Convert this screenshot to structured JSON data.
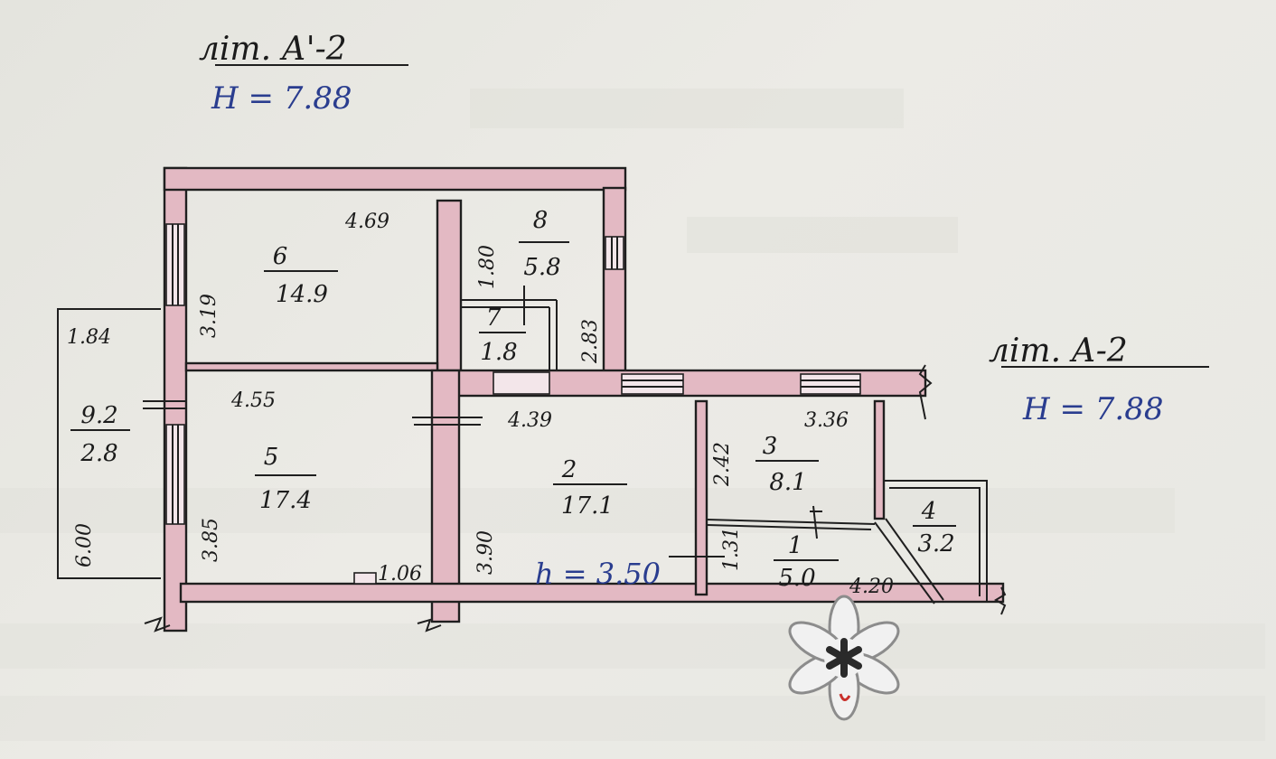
{
  "labels": {
    "lit_top": "літ. А'-2",
    "h_top": "H = 7.88",
    "lit_right": "літ. А-2",
    "h_right": "H = 7.88",
    "h_interior": "h = 3.50"
  },
  "rooms": [
    {
      "id": "6",
      "number": "6",
      "area": "14.9"
    },
    {
      "id": "8",
      "number": "8",
      "area": "5.8"
    },
    {
      "id": "7",
      "number": "7",
      "area": "1.8"
    },
    {
      "id": "5",
      "number": "5",
      "area": "17.4"
    },
    {
      "id": "2",
      "number": "2",
      "area": "17.1"
    },
    {
      "id": "3",
      "number": "3",
      "area": "8.1"
    },
    {
      "id": "4",
      "number": "4",
      "area": "3.2"
    },
    {
      "id": "1",
      "number": "1",
      "area": "5.0"
    },
    {
      "id": "balcony",
      "number": "9.2",
      "area": "2.8"
    }
  ],
  "dimensions": {
    "d_469": "4.69",
    "d_319": "3.19",
    "d_180": "1.80",
    "d_283": "2.83",
    "d_184": "1.84",
    "d_455": "4.55",
    "d_600": "6.00",
    "d_385": "3.85",
    "d_106": "1.06",
    "d_439": "4.39",
    "d_390": "3.90",
    "d_336": "3.36",
    "d_242": "2.42",
    "d_131": "1.31",
    "d_420": "4.20"
  },
  "colors": {
    "wall_fill": "#e3b9c3",
    "ink_black": "#1b1b1b",
    "ink_blue": "#2a3d8f",
    "paper": "#e8e8e3"
  },
  "icons": {
    "watermark": "asterisk-flower-watermark-icon"
  }
}
